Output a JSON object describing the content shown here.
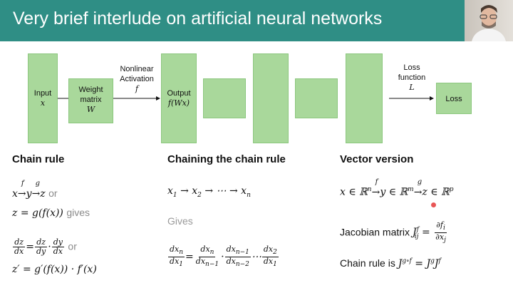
{
  "header": {
    "title": "Very brief interlude on artificial neural networks"
  },
  "diagram": {
    "input_label": "Input",
    "input_var": "x",
    "weight_label": "Weight matrix",
    "weight_var": "W",
    "nonlinear_label": "Nonlinear Activation",
    "nonlinear_var": "f",
    "output_label": "Output",
    "output_var": "f(Wx)",
    "loss_fn_label": "Loss function",
    "loss_fn_var": "L",
    "loss_label": "Loss"
  },
  "chain_rule": {
    "heading": "Chain rule",
    "line1_f": "f",
    "line1_g": "g",
    "line1_or": "or",
    "line2_gives": "gives",
    "line3_or": "or"
  },
  "chaining": {
    "heading": "Chaining the chain rule",
    "gives": "Gives"
  },
  "vector": {
    "heading": "Vector version",
    "jacobian_label": "Jacobian matrix",
    "chain_label": "Chain rule is"
  },
  "colors": {
    "header": "#2f8e85",
    "box": "#a9d89b",
    "pointer": "#e85555"
  }
}
